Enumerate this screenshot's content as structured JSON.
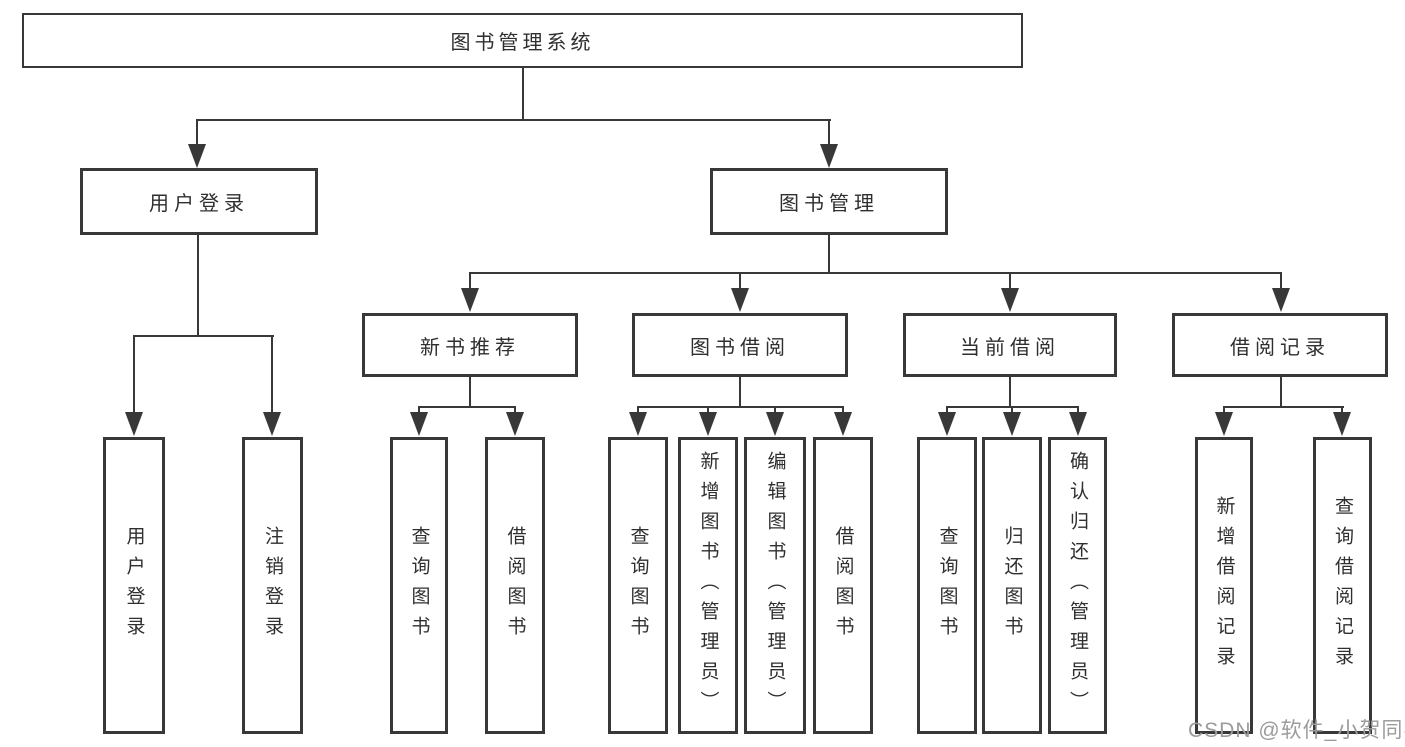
{
  "diagram": {
    "root": {
      "label": "图书管理系统"
    },
    "level1": [
      {
        "label": "用户登录"
      },
      {
        "label": "图书管理"
      }
    ],
    "level2": [
      {
        "label": "新书推荐"
      },
      {
        "label": "图书借阅"
      },
      {
        "label": "当前借阅"
      },
      {
        "label": "借阅记录"
      }
    ],
    "leaves": {
      "userLogin": [
        {
          "label": "用户登录"
        },
        {
          "label": "注销登录"
        }
      ],
      "newBookRec": [
        {
          "label": "查询图书"
        },
        {
          "label": "借阅图书"
        }
      ],
      "bookBorrow": [
        {
          "label": "查询图书"
        },
        {
          "label": "新增图书（管理员）"
        },
        {
          "label": "编辑图书（管理员）"
        },
        {
          "label": "借阅图书"
        }
      ],
      "currentBorrow": [
        {
          "label": "查询图书"
        },
        {
          "label": "归还图书"
        },
        {
          "label": "确认归还（管理员）"
        }
      ],
      "borrowRecords": [
        {
          "label": "新增借阅记录"
        },
        {
          "label": "查询借阅记录"
        }
      ]
    }
  },
  "watermark": {
    "text": "CSDN @软件_小贺同学"
  },
  "colors": {
    "line": "#383838",
    "text": "#2f2f2f",
    "watermark": "#9c9c9c",
    "background": "#ffffff"
  }
}
